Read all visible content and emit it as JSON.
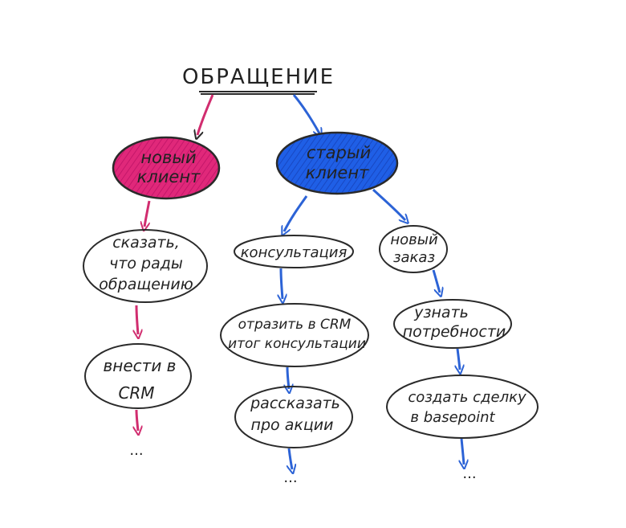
{
  "title": "ОБРАЩЕНИЕ",
  "colors": {
    "pink": "#e0287a",
    "blue": "#1f5fe6",
    "ink": "#222222",
    "pink_arrow": "#d12d6f",
    "blue_arrow": "#2c63d6"
  },
  "nodes": {
    "new_client": {
      "line1": "новый",
      "line2": "клиент"
    },
    "old_client": {
      "line1": "старый",
      "line2": "клиент"
    },
    "say_glad": {
      "line1": "сказать,",
      "line2": "что рады",
      "line3": "обращению"
    },
    "enter_crm": {
      "line1": "внести в",
      "line2": "CRM"
    },
    "consultation": {
      "line1": "консультация"
    },
    "reflect_crm": {
      "line1": "отразить в CRM",
      "line2": "итог консультации"
    },
    "tell_promos": {
      "line1": "рассказать",
      "line2": "про акции"
    },
    "new_order": {
      "line1": "новый",
      "line2": "заказ"
    },
    "learn_needs": {
      "line1": "узнать",
      "line2": "потребности"
    },
    "create_deal": {
      "line1": "создать сделку",
      "line2": "в basepoint"
    }
  },
  "continuation": "..."
}
